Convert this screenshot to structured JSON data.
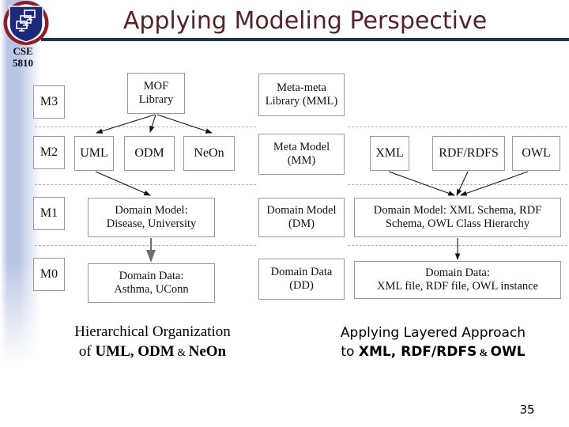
{
  "slide": {
    "title": "Applying Modeling Perspective",
    "page_number": "35",
    "title_color": "#56232a",
    "rule_color": "#1f3251",
    "sidebar_color": "#b9c5e3"
  },
  "branding": {
    "logo_name": "uconn-computer-science-shield-logo",
    "logo_shield_color": "#1b2a7a",
    "logo_ring_color": "#8b1f28",
    "course_code_line1": "CSE",
    "course_code_line2": "5810"
  },
  "diagram": {
    "levels": [
      {
        "label": "M3"
      },
      {
        "label": "M2"
      },
      {
        "label": "M1"
      },
      {
        "label": "M0"
      }
    ],
    "column_left": {
      "m3": [
        {
          "text": "MOF\nLibrary"
        }
      ],
      "m2": [
        {
          "text": "UML"
        },
        {
          "text": "ODM"
        },
        {
          "text": "NeOn"
        }
      ],
      "m1": [
        {
          "text": "Domain Model:\nDisease, University"
        }
      ],
      "m0": [
        {
          "text": "Domain Data:\nAsthma, UConn"
        }
      ]
    },
    "column_middle": {
      "m3": [
        {
          "text": "Meta-meta\nLibrary (MML)"
        }
      ],
      "m2": [
        {
          "text": "Meta Model\n(MM)"
        }
      ],
      "m1": [
        {
          "text": "Domain Model\n(DM)"
        }
      ],
      "m0": [
        {
          "text": "Domain Data\n(DD)"
        }
      ]
    },
    "column_right": {
      "m2": [
        {
          "text": "XML"
        },
        {
          "text": "RDF/RDFS"
        },
        {
          "text": "OWL"
        }
      ],
      "m1": [
        {
          "text": "Domain Model: XML Schema, RDF\nSchema, OWL Class Hierarchy"
        }
      ],
      "m0": [
        {
          "text": "Domain Data:\nXML file, RDF file, OWL instance"
        }
      ]
    }
  },
  "captions": {
    "left_line1": "Hierarchical Organization",
    "left_line2_a": "of ",
    "left_line2_b": "UML, ODM",
    "left_line2_amp": " & ",
    "left_line2_c": "NeOn",
    "right_line1": "Applying Layered Approach",
    "right_line2_a": "to ",
    "right_line2_b": "XML, RDF/RDFS",
    "right_line2_amp": " & ",
    "right_line2_c": "OWL"
  }
}
